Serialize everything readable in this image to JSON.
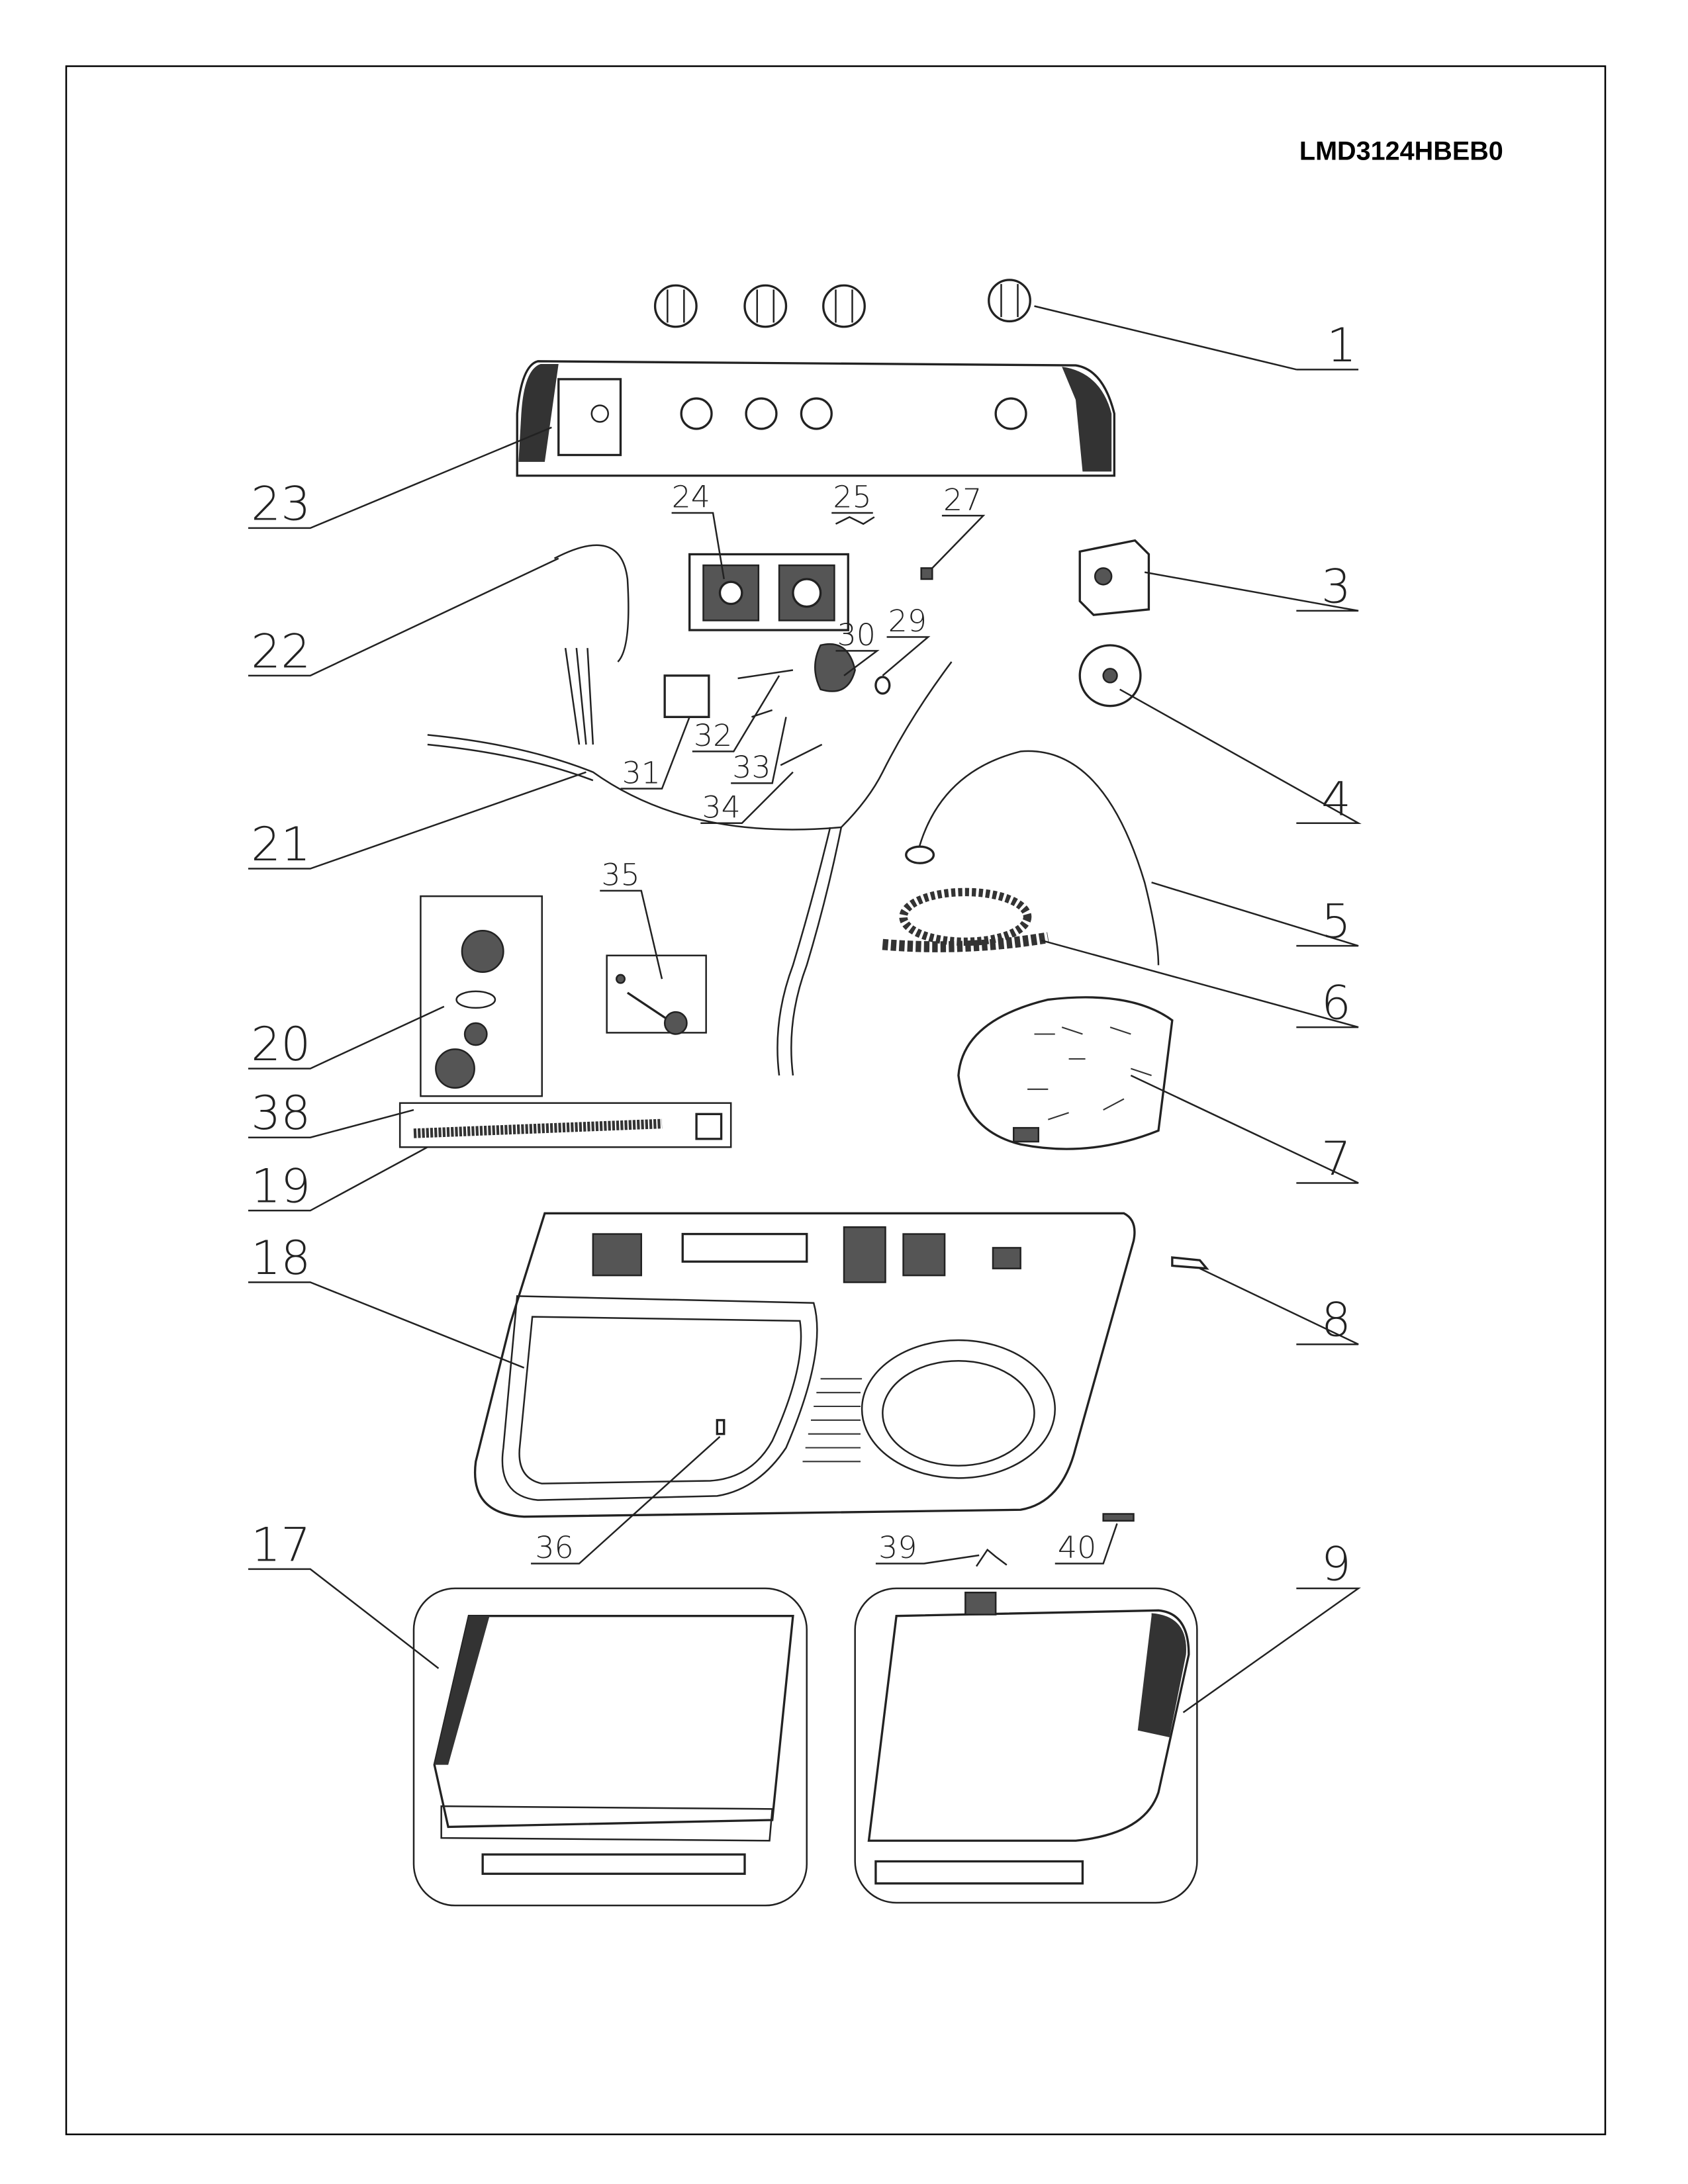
{
  "model": "LMD3124HBEB0",
  "callouts": {
    "c1": "1",
    "c3": "3",
    "c4": "4",
    "c5": "5",
    "c6": "6",
    "c7": "7",
    "c8": "8",
    "c9": "9",
    "c17": "17",
    "c18": "18",
    "c19": "19",
    "c20": "20",
    "c21": "21",
    "c22": "22",
    "c23": "23",
    "c24": "24",
    "c25": "25",
    "c27": "27",
    "c29": "29",
    "c30": "30",
    "c31": "31",
    "c32": "32",
    "c33": "33",
    "c34": "34",
    "c35": "35",
    "c36": "36",
    "c38": "38",
    "c39": "39",
    "c40": "40"
  }
}
